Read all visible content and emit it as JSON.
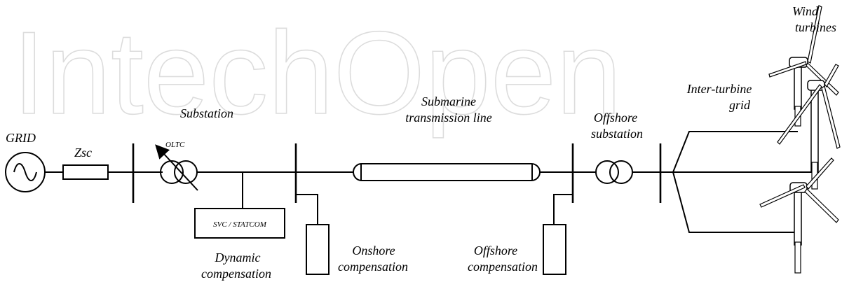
{
  "watermark": "IntechOpen",
  "labels": {
    "grid": "GRID",
    "zsc": "Zsc",
    "substation": "Substation",
    "oltc": "OLTC",
    "svc": "SVC / STATCOM",
    "dynamic_1": "Dynamic",
    "dynamic_2": "compensation",
    "submarine_1": "Submarine",
    "submarine_2": "transmission line",
    "onshore_1": "Onshore",
    "onshore_2": "compensation",
    "offshore_comp_1": "Offshore",
    "offshore_comp_2": "compensation",
    "offshore_sub_1": "Offshore",
    "offshore_sub_2": "substation",
    "interturbine_1": "Inter-turbine",
    "interturbine_2": "grid",
    "wind_1": "Wind",
    "wind_2": "turbines"
  },
  "colors": {
    "line": "#000000",
    "watermark": "#dcdcdc"
  }
}
